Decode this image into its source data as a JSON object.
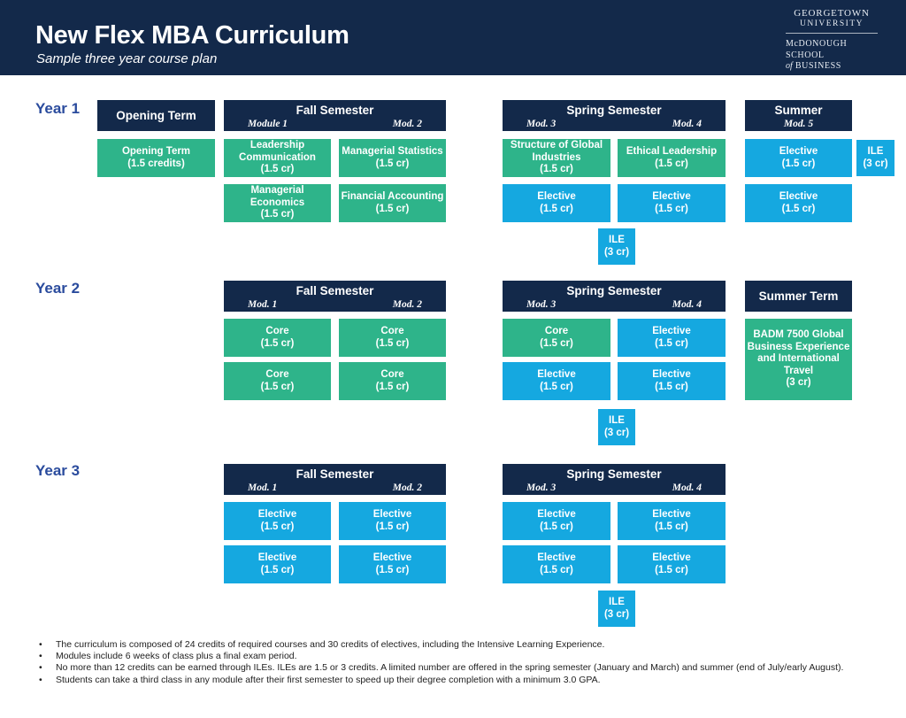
{
  "banner": {
    "title": "New Flex MBA Curriculum",
    "subtitle": "Sample three year course plan",
    "logo": {
      "university_line1": "GEORGETOWN",
      "university_line2": "UNIVERSITY",
      "school_line1": "McDONOUGH",
      "school_line2": "SCHOOL",
      "school_line3_of": "of",
      "school_line3_rest": "BUSINESS"
    }
  },
  "colors": {
    "navy": "#13294a",
    "green": "#2eb48a",
    "blue": "#15a8e0",
    "year_label": "#2a4b9d"
  },
  "year1": {
    "label": "Year 1",
    "opening": {
      "title": "Opening Term",
      "course": {
        "name": "Opening Term",
        "credits": "(1.5 credits)",
        "type": "core"
      }
    },
    "fall": {
      "title": "Fall Semester",
      "mod_left": "Module 1",
      "mod_right": "Mod. 2",
      "row1": [
        {
          "name": "Leadership Communication",
          "credits": "(1.5 cr)",
          "type": "core"
        },
        {
          "name": "Managerial Statistics",
          "credits": "(1.5 cr)",
          "type": "core"
        }
      ],
      "row2": [
        {
          "name": "Managerial Economics",
          "credits": "(1.5 cr)",
          "type": "core"
        },
        {
          "name": "Financial Accounting",
          "credits": "(1.5 cr)",
          "type": "core"
        }
      ]
    },
    "spring": {
      "title": "Spring Semester",
      "mod_left": "Mod. 3",
      "mod_right": "Mod. 4",
      "row1": [
        {
          "name": "Structure of Global Industries",
          "credits": "(1.5 cr)",
          "type": "core"
        },
        {
          "name": "Ethical Leadership",
          "credits": "(1.5 cr)",
          "type": "core"
        }
      ],
      "row2": [
        {
          "name": "Elective",
          "credits": "(1.5 cr)",
          "type": "elective"
        },
        {
          "name": "Elective",
          "credits": "(1.5 cr)",
          "type": "elective"
        }
      ],
      "ile": {
        "name": "ILE",
        "credits": "(3 cr)",
        "type": "elective"
      }
    },
    "summer": {
      "title": "Summer",
      "mod_center": "Mod. 5",
      "row1": [
        {
          "name": "Elective",
          "credits": "(1.5 cr)",
          "type": "elective"
        }
      ],
      "row2": [
        {
          "name": "Elective",
          "credits": "(1.5 cr)",
          "type": "elective"
        }
      ],
      "ile_right": {
        "name": "ILE",
        "credits": "(3 cr)",
        "type": "elective"
      }
    }
  },
  "year2": {
    "label": "Year 2",
    "fall": {
      "title": "Fall Semester",
      "mod_left": "Mod. 1",
      "mod_right": "Mod. 2",
      "row1": [
        {
          "name": "Core",
          "credits": "(1.5 cr)",
          "type": "core"
        },
        {
          "name": "Core",
          "credits": "(1.5 cr)",
          "type": "core"
        }
      ],
      "row2": [
        {
          "name": "Core",
          "credits": "(1.5 cr)",
          "type": "core"
        },
        {
          "name": "Core",
          "credits": "(1.5 cr)",
          "type": "core"
        }
      ]
    },
    "spring": {
      "title": "Spring Semester",
      "mod_left": "Mod. 3",
      "mod_right": "Mod. 4",
      "row1": [
        {
          "name": "Core",
          "credits": "(1.5 cr)",
          "type": "core"
        },
        {
          "name": "Elective",
          "credits": "(1.5 cr)",
          "type": "elective"
        }
      ],
      "row2": [
        {
          "name": "Elective",
          "credits": "(1.5 cr)",
          "type": "elective"
        },
        {
          "name": "Elective",
          "credits": "(1.5 cr)",
          "type": "elective"
        }
      ],
      "ile": {
        "name": "ILE",
        "credits": "(3 cr)",
        "type": "elective"
      }
    },
    "summer": {
      "title": "Summer Term",
      "course": {
        "name": "BADM 7500 Global Business Experience and International Travel",
        "credits": "(3 cr)",
        "type": "core"
      }
    }
  },
  "year3": {
    "label": "Year 3",
    "fall": {
      "title": "Fall Semester",
      "mod_left": "Mod. 1",
      "mod_right": "Mod. 2",
      "row1": [
        {
          "name": "Elective",
          "credits": "(1.5 cr)",
          "type": "elective"
        },
        {
          "name": "Elective",
          "credits": "(1.5 cr)",
          "type": "elective"
        }
      ],
      "row2": [
        {
          "name": "Elective",
          "credits": "(1.5 cr)",
          "type": "elective"
        },
        {
          "name": "Elective",
          "credits": "(1.5 cr)",
          "type": "elective"
        }
      ]
    },
    "spring": {
      "title": "Spring Semester",
      "mod_left": "Mod. 3",
      "mod_right": "Mod. 4",
      "row1": [
        {
          "name": "Elective",
          "credits": "(1.5 cr)",
          "type": "elective"
        },
        {
          "name": "Elective",
          "credits": "(1.5 cr)",
          "type": "elective"
        }
      ],
      "row2": [
        {
          "name": "Elective",
          "credits": "(1.5 cr)",
          "type": "elective"
        },
        {
          "name": "Elective",
          "credits": "(1.5 cr)",
          "type": "elective"
        }
      ],
      "ile": {
        "name": "ILE",
        "credits": "(3 cr)",
        "type": "elective"
      }
    }
  },
  "notes": [
    "The curriculum is composed of 24 credits of required courses and 30 credits of electives, including the Intensive Learning Experience.",
    "Modules include 6 weeks of class plus a final exam period.",
    "No more than 12 credits can be earned through ILEs. ILEs are 1.5 or 3 credits. A limited number are offered in the spring semester (January and March) and summer (end of July/early August).",
    "Students can take a third class in any module after their first semester to speed up their degree completion with a minimum 3.0 GPA."
  ]
}
